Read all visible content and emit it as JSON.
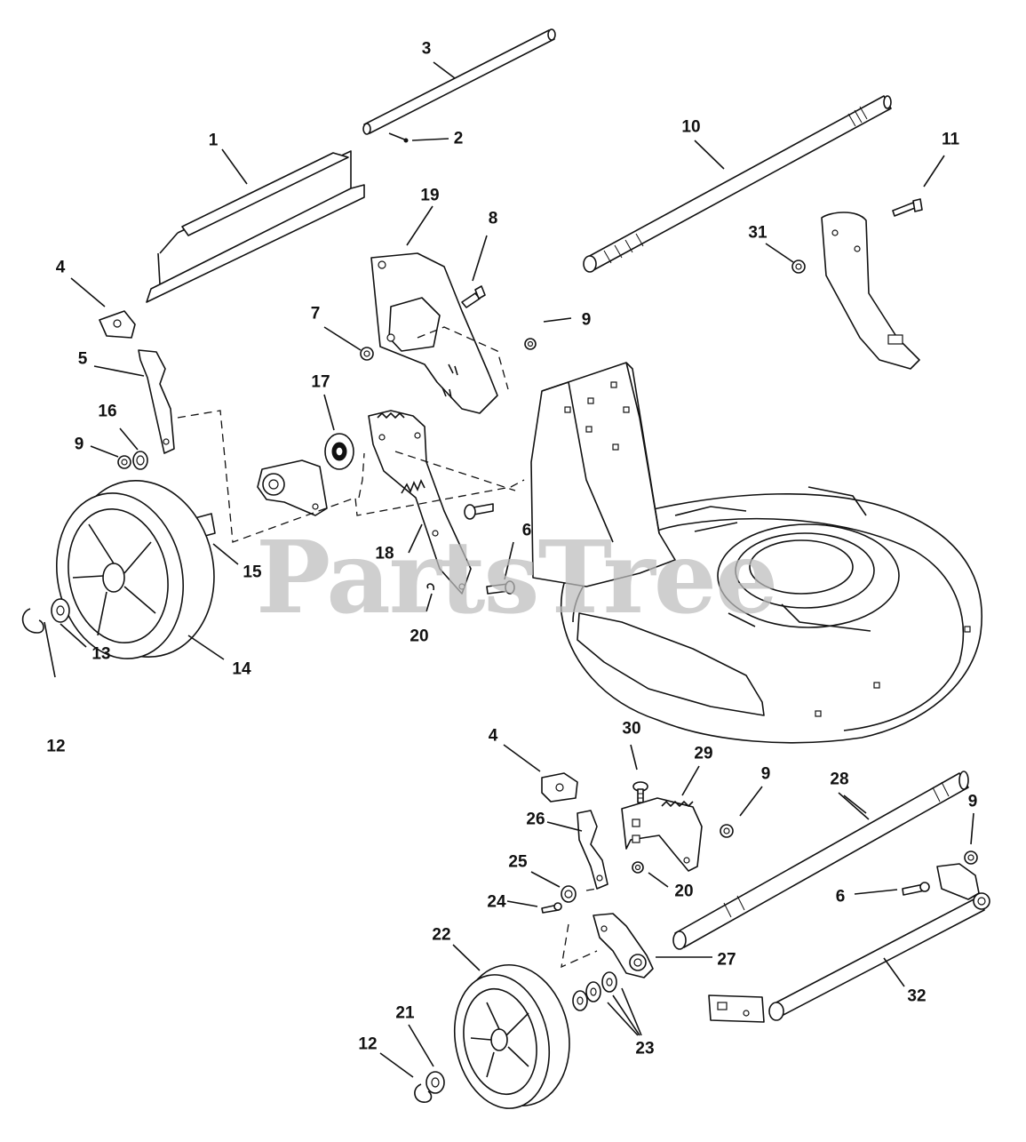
{
  "diagram": {
    "watermark": "PartsTree",
    "callouts": [
      "1",
      "2",
      "3",
      "4",
      "5",
      "6",
      "7",
      "8",
      "9",
      "10",
      "11",
      "12",
      "13",
      "14",
      "15",
      "16",
      "17",
      "18",
      "19",
      "20",
      "21",
      "22",
      "23",
      "24",
      "25",
      "26",
      "27",
      "28",
      "29",
      "30",
      "31",
      "32"
    ]
  }
}
